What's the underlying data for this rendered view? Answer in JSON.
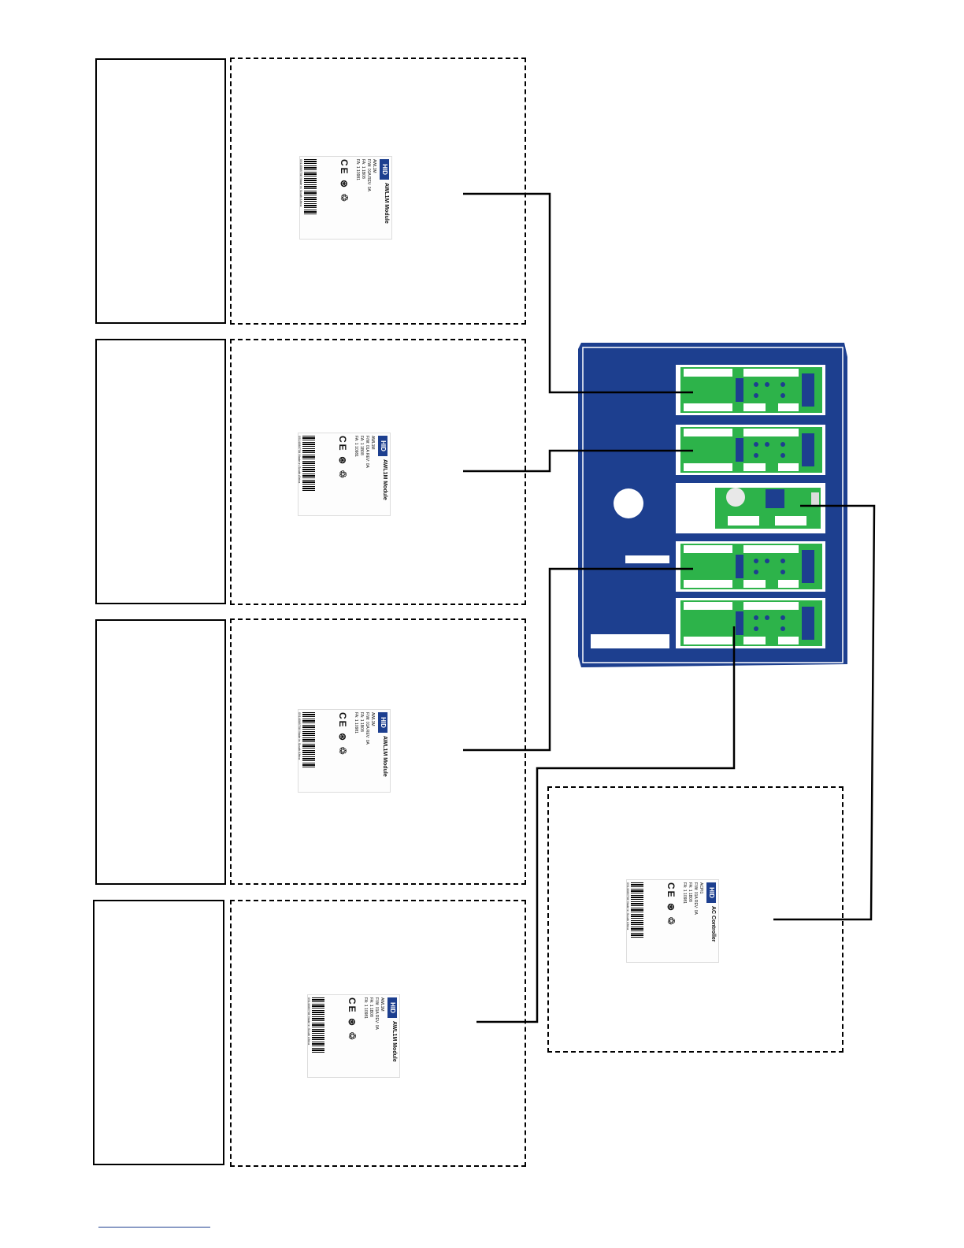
{
  "colors": {
    "panel_blue": "#1d3f8f",
    "board_green": "#2db34a",
    "line": "#000000"
  },
  "module_label": {
    "logo": "HID",
    "title": "AWL1M Module",
    "lines": [
      "AWL1M",
      "F/W: 01A REV: 0A",
      "FA: 1 1B08",
      "FA: 1 10981"
    ],
    "barcode_text": "0514088708 Made in South Africa"
  },
  "controller_label": {
    "logo": "HID",
    "title": "AC Controller",
    "lines": [
      "ACPI1",
      "F/W: 01A REV: 0A",
      "FA: 1 1B08",
      "FA: 1 10981"
    ],
    "barcode_text": "0514088708 Made in South Africa"
  }
}
